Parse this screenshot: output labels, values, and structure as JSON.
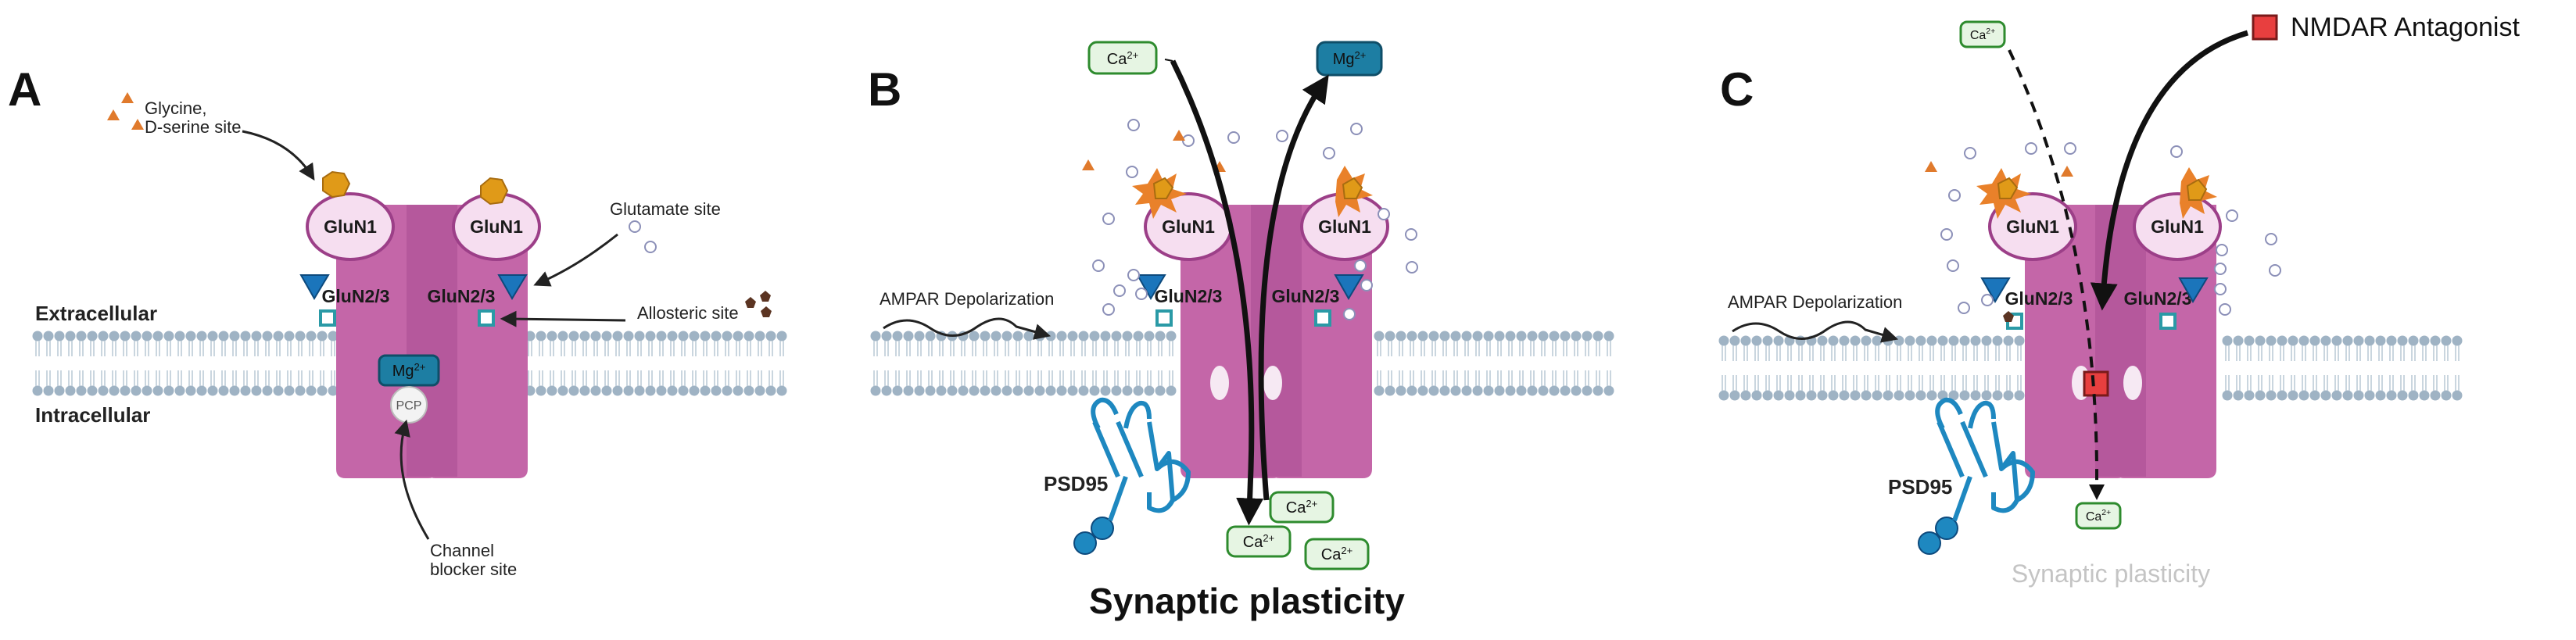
{
  "panels": [
    {
      "letter": "A",
      "labels": {
        "extracellular": "Extracellular",
        "intracellular": "Intracellular",
        "glycine_line1": "Glycine,",
        "glycine_line2": "D-serine site",
        "glutamate": "Glutamate site",
        "allosteric": "Allosteric site",
        "blocker_line1": "Channel",
        "blocker_line2": "blocker site",
        "glun1_left": "GluN1",
        "glun1_right": "GluN1",
        "glun2_left": "GluN2/3",
        "glun2_right": "GluN2/3",
        "mg": "Mg2+",
        "pcp": "PCP"
      }
    },
    {
      "letter": "B",
      "labels": {
        "ampar": "AMPAR Depolarization",
        "psd95": "PSD95",
        "ca_top": "Ca2+",
        "mg_top": "Mg2+",
        "ca_bottom_1": "Ca2+",
        "ca_bottom_2": "Ca2+",
        "ca_bottom_3": "Ca2+",
        "glun1_left": "GluN1",
        "glun1_right": "GluN1",
        "glun2_left": "GluN2/3",
        "glun2_right": "GluN2/3",
        "outcome": "Synaptic plasticity"
      }
    },
    {
      "letter": "C",
      "labels": {
        "ampar": "AMPAR Depolarization",
        "psd95": "PSD95",
        "ca_top": "Ca2+",
        "ca_bottom": "Ca2+",
        "antagonist": "NMDAR Antagonist",
        "glun1_left": "GluN1",
        "glun1_right": "GluN1",
        "glun2_left": "GluN2/3",
        "glun2_right": "GluN2/3",
        "outcome": "Synaptic plasticity"
      }
    }
  ],
  "colors": {
    "receptor": "#c466a8",
    "receptor_dark": "#9c3f88",
    "glun1_fill": "#f6def0",
    "glycine_site": "#e09a18",
    "glutamate_dots": "#c9cde6",
    "membrane_head": "#9fb3c4",
    "blue_site": "#1b75bb",
    "teal_box": "#2a9aa6",
    "mg_box": "#1d7ea3",
    "ca_box_fill": "#e6f5e3",
    "ca_box_border": "#2e8b2e",
    "psd95": "#1e88c0",
    "antagonist": "#e83f3f",
    "faded_text": "#c4c4c4",
    "allosteric": "#5b3422",
    "glycine_triangles": "#e07a2c"
  }
}
